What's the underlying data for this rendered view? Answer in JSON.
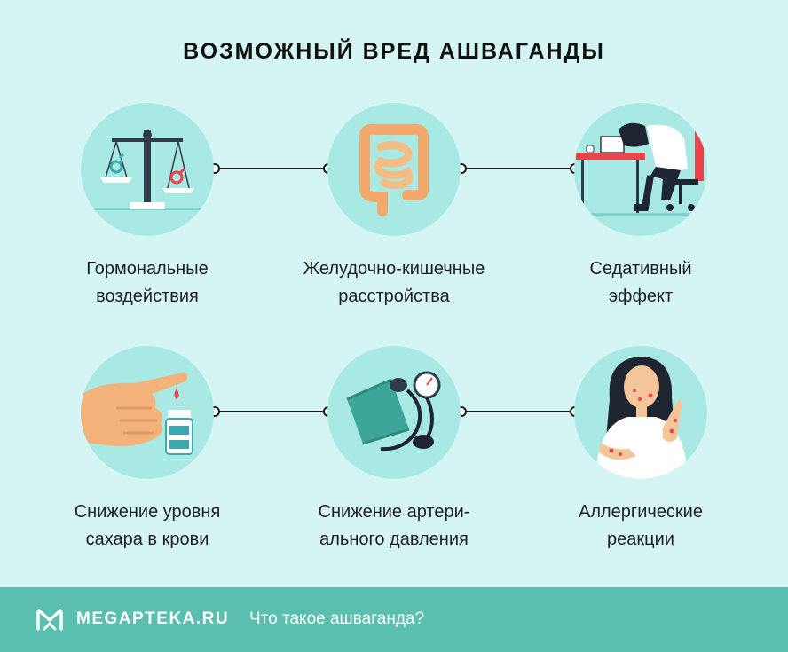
{
  "title": "ВОЗМОЖНЫЙ ВРЕД АШВАГАНДЫ",
  "items": [
    {
      "line1": "Гормональные",
      "line2": "воздействия",
      "icon": "hormone-scales-icon"
    },
    {
      "line1": "Желудочно-кишечные",
      "line2": "расстройства",
      "icon": "intestines-icon"
    },
    {
      "line1": "Седативный",
      "line2": "эффект",
      "icon": "sleeping-at-desk-icon"
    },
    {
      "line1": "Снижение уровня",
      "line2": "сахара в крови",
      "icon": "glucose-meter-icon"
    },
    {
      "line1": "Снижение артери-",
      "line2": "ального давления",
      "icon": "blood-pressure-monitor-icon"
    },
    {
      "line1": "Аллергические",
      "line2": "реакции",
      "icon": "allergy-woman-icon"
    }
  ],
  "footer": {
    "brand": "MEGAPTEKA.RU",
    "link": "Что такое ашваганда?"
  },
  "colors": {
    "background": "#d4f5f3",
    "circle": "#a8e9e3",
    "footer": "#5bbfb0",
    "accent_red": "#e8444a"
  }
}
